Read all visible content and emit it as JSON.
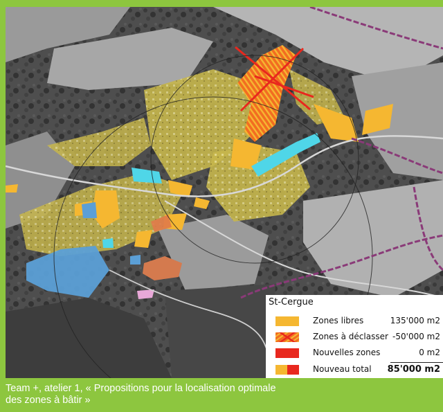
{
  "legend": {
    "title": "St-Cergue",
    "rows": [
      {
        "label": "Zones libres",
        "value": "135'000 m2",
        "color": "#f5b731",
        "icon": "orange-swatch"
      },
      {
        "label": "Zones à déclasser",
        "value": "-50'000 m2",
        "color": "#f26d21",
        "icon": "crossed-orange-swatch"
      },
      {
        "label": "Nouvelles zones",
        "value": "0 m2",
        "color": "#e8281e",
        "icon": "red-swatch"
      },
      {
        "label": "Nouveau total",
        "value": "85'000 m2",
        "color": "#f5b731",
        "icon": "orange-red-split-swatch"
      }
    ]
  },
  "caption": {
    "line1": "Team +, atelier 1, « Propositions pour la localisation optimale",
    "line2": "des zones à bâtir »"
  },
  "colors": {
    "frame": "#8dc63f",
    "built_zone": "#c9b94a",
    "free_zone": "#f5b731",
    "declassify_zone": "#f26d21",
    "new_zone": "#e8281e",
    "blue_zone": "#5b9fd6",
    "cyan_zone": "#4fd6e8",
    "boundary": "#8a3a78"
  }
}
